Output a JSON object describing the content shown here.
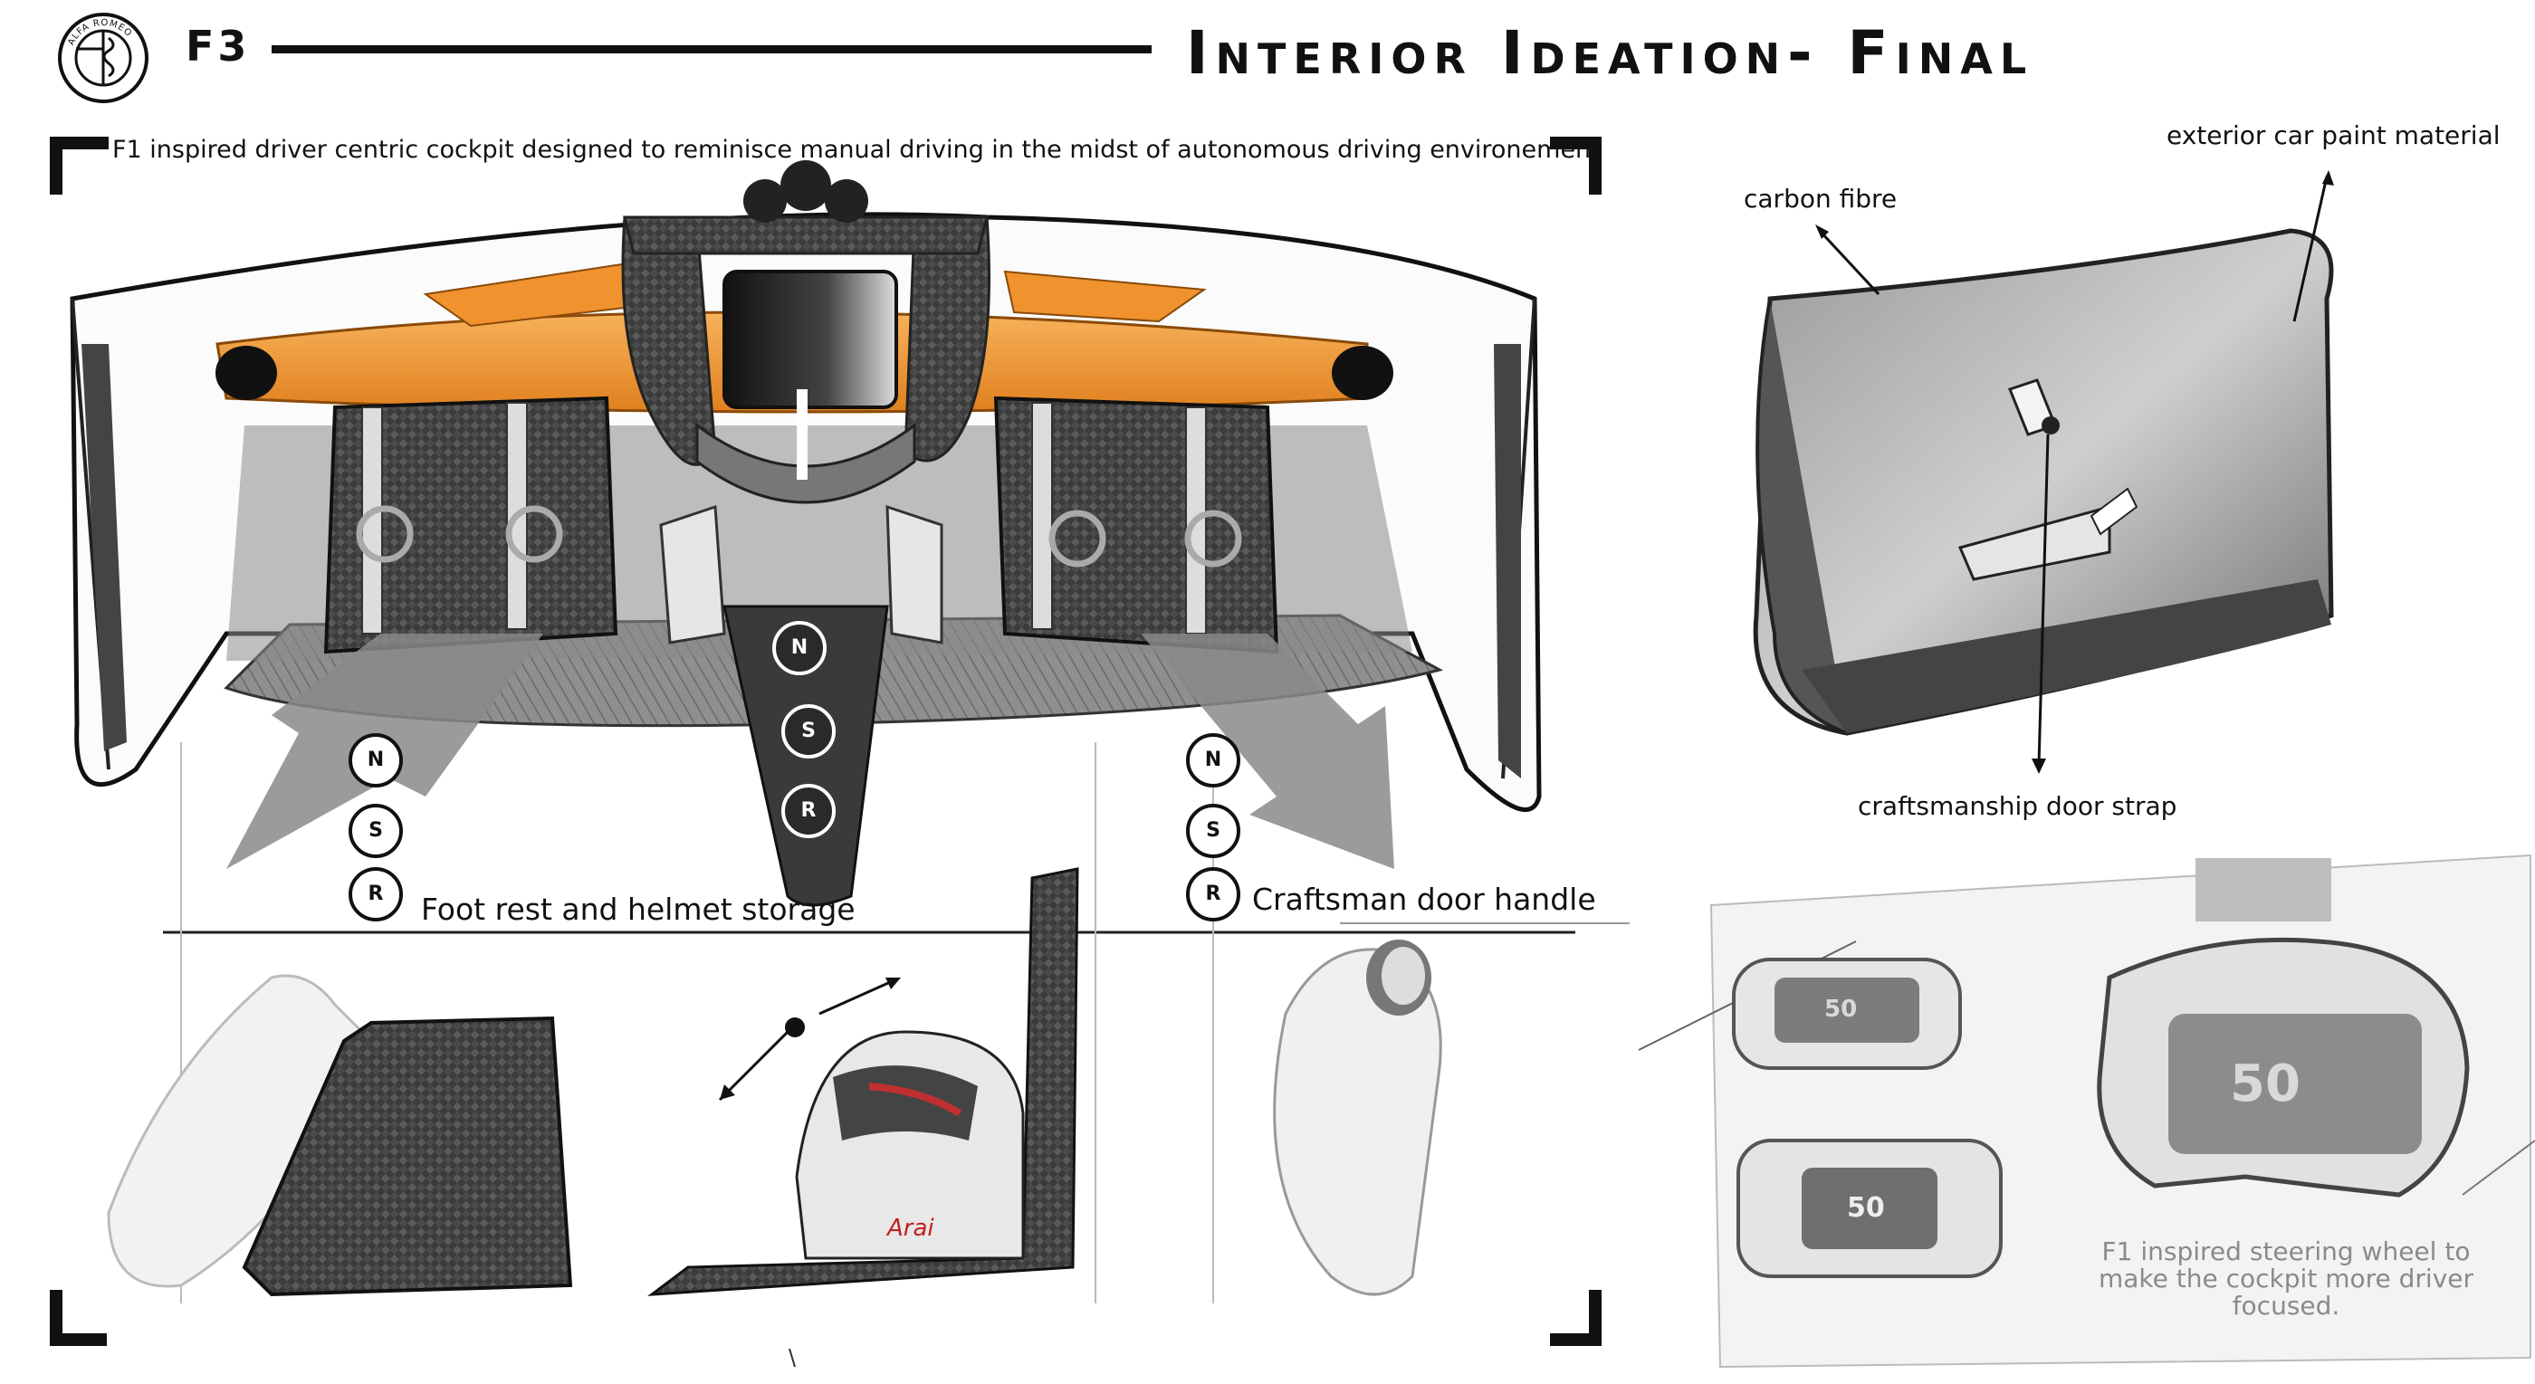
{
  "header": {
    "brand_code": "F3",
    "title": "Interior Ideation- Final"
  },
  "logo": {
    "text": "ALFA ROMEO"
  },
  "tagline": "F1 inspired driver centric cockpit designed to reminisce manual driving in the midst of autonomous driving environement",
  "annotations": {
    "carbon_fibre": "carbon fibre",
    "exterior_paint": "exterior car paint material",
    "door_strap": "craftsmanship door strap",
    "foot_rest": "Foot rest and helmet storage",
    "door_handle": "Craftsman door handle",
    "steering_caption": "F1 inspired steering wheel to make the cockpit more driver focused."
  },
  "gear_selector": {
    "positions": [
      "N",
      "S",
      "R"
    ]
  },
  "steering_display": {
    "small_value": "50",
    "large_value": "50",
    "bottom_value": "50"
  },
  "helmet_brand": "Arai",
  "colors": {
    "accent_orange": "#F0922E",
    "carbon_dark": "#3a3a3a",
    "shade_grey": "#8f8f8f"
  }
}
